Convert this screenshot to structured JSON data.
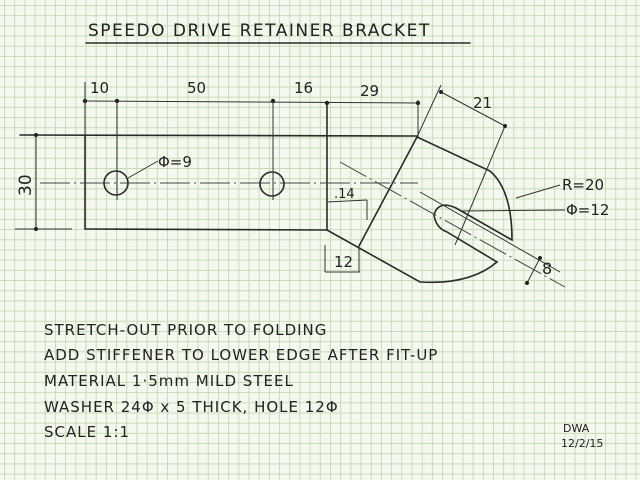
{
  "title": "SPEEDO DRIVE RETAINER BRACKET",
  "dimensions": {
    "d10": "10",
    "d50": "50",
    "d16": "16",
    "d29": "29",
    "d21": "21",
    "d30": "30",
    "d14": ".14",
    "d12": "12",
    "d8": "8",
    "hole_small": "Φ=9",
    "radius": "R=20",
    "hole_large": "Φ=12"
  },
  "notes": [
    "STRETCH-OUT PRIOR TO FOLDING",
    "ADD STIFFENER TO LOWER EDGE AFTER FIT-UP",
    "MATERIAL 1·5mm MILD STEEL",
    "WASHER  24Φ x 5 THICK, HOLE 12Φ",
    "SCALE 1:1"
  ],
  "signature": {
    "initials": "DWA",
    "date": "12/2/15"
  },
  "colors": {
    "paper": "#f5f8ee",
    "grid": "#c5dcb6",
    "ink": "#2a2a2a"
  }
}
